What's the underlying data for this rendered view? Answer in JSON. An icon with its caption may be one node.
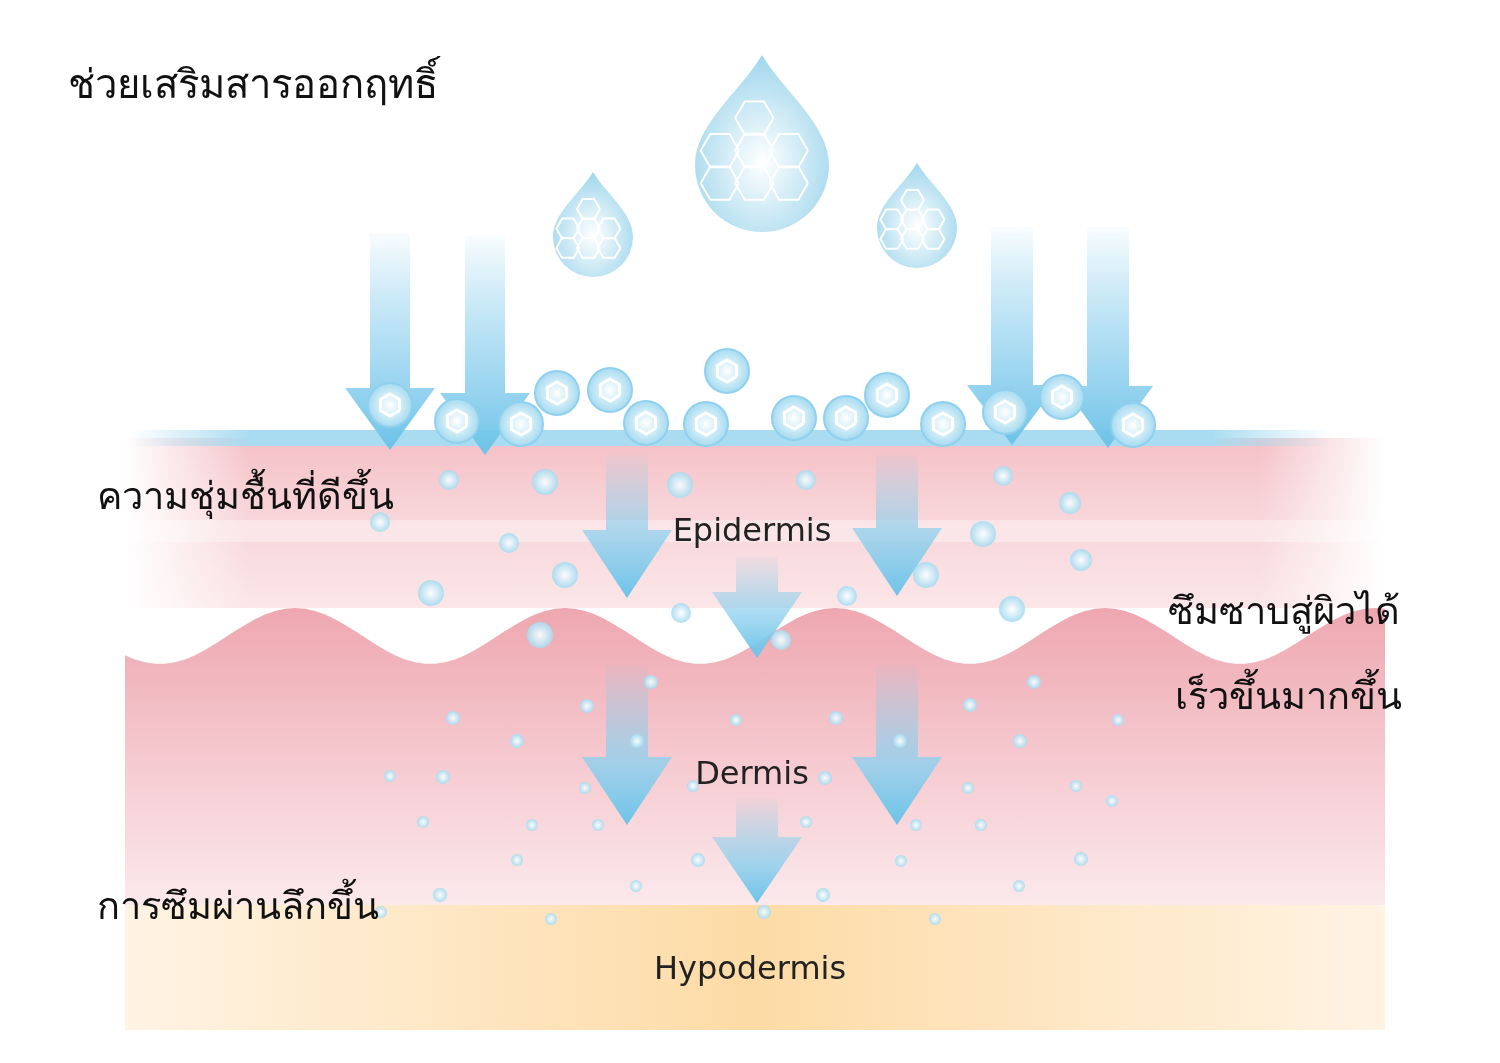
{
  "diagram": {
    "title": "ช่วยเสริมสารออกฤทธิ์",
    "nodes": [
      {
        "text": [
          "Epidermis"
        ]
      },
      {
        "text": [
          "Dermis"
        ]
      },
      {
        "text": [
          "Hypodermis"
        ]
      }
    ],
    "edges": [
      {
        "from": 0,
        "to": 1,
        "arrow": "to"
      },
      {
        "from": 1,
        "to": 2,
        "arrow": "to"
      }
    ],
    "labels": [
      "ความชุ่มชื้นที่ดีขึ้น",
      "ซึมซาบสู่ผิวได้",
      "เร็วขึ้นมากขึ้น",
      "การซึมผ่านลึกขึ้น"
    ]
  }
}
